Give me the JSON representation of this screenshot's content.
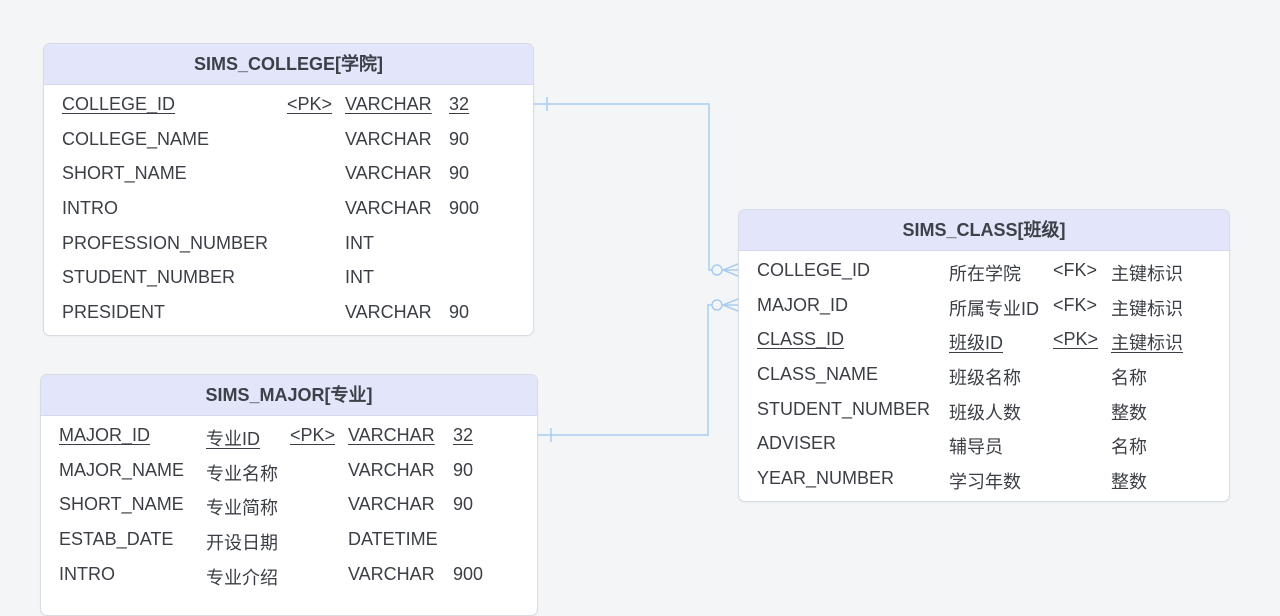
{
  "colors": {
    "canvas": "#f3f5f7",
    "header_bg": "#e3e6fb",
    "connector": "#a9cdf0",
    "text": "#3b3f45"
  },
  "entities": {
    "college": {
      "title": "SIMS_COLLEGE[学院]",
      "rows": [
        {
          "name": "COLLEGE_ID",
          "key": "<PK>",
          "type": "VARCHAR",
          "len": "32",
          "is_key": true
        },
        {
          "name": "COLLEGE_NAME",
          "key": "",
          "type": "VARCHAR",
          "len": "90",
          "is_key": false
        },
        {
          "name": "SHORT_NAME",
          "key": "",
          "type": "VARCHAR",
          "len": "90",
          "is_key": false
        },
        {
          "name": "INTRO",
          "key": "",
          "type": "VARCHAR",
          "len": "900",
          "is_key": false
        },
        {
          "name": "PROFESSION_NUMBER",
          "key": "",
          "type": "INT",
          "len": "",
          "is_key": false
        },
        {
          "name": "STUDENT_NUMBER",
          "key": "",
          "type": "INT",
          "len": "",
          "is_key": false
        },
        {
          "name": "PRESIDENT",
          "key": "",
          "type": "VARCHAR",
          "len": "90",
          "is_key": false
        }
      ]
    },
    "major": {
      "title": "SIMS_MAJOR[专业]",
      "rows": [
        {
          "name": "MAJOR_ID",
          "comment": "专业ID",
          "key": "<PK>",
          "type": "VARCHAR",
          "len": "32",
          "is_key": true
        },
        {
          "name": "MAJOR_NAME",
          "comment": "专业名称",
          "key": "",
          "type": "VARCHAR",
          "len": "90",
          "is_key": false
        },
        {
          "name": "SHORT_NAME",
          "comment": "专业简称",
          "key": "",
          "type": "VARCHAR",
          "len": "90",
          "is_key": false
        },
        {
          "name": "ESTAB_DATE",
          "comment": "开设日期",
          "key": "",
          "type": "DATETIME",
          "len": "",
          "is_key": false
        },
        {
          "name": "INTRO",
          "comment": "专业介绍",
          "key": "",
          "type": "VARCHAR",
          "len": "900",
          "is_key": false
        }
      ]
    },
    "class": {
      "title": "SIMS_CLASS[班级]",
      "rows": [
        {
          "name": "COLLEGE_ID",
          "comment": "所在学院",
          "key": "<FK>",
          "domain": "主键标识",
          "is_key": false
        },
        {
          "name": "MAJOR_ID",
          "comment": "所属专业ID",
          "key": "<FK>",
          "domain": "主键标识",
          "is_key": false
        },
        {
          "name": "CLASS_ID",
          "comment": "班级ID",
          "key": "<PK>",
          "domain": "主键标识",
          "is_key": true
        },
        {
          "name": "CLASS_NAME",
          "comment": "班级名称",
          "key": "",
          "domain": "名称",
          "is_key": false
        },
        {
          "name": "STUDENT_NUMBER",
          "comment": "班级人数",
          "key": "",
          "domain": "整数",
          "is_key": false
        },
        {
          "name": "ADVISER",
          "comment": "辅导员",
          "key": "",
          "domain": "名称",
          "is_key": false
        },
        {
          "name": "YEAR_NUMBER",
          "comment": "学习年数",
          "key": "",
          "domain": "整数",
          "is_key": false
        }
      ]
    }
  }
}
